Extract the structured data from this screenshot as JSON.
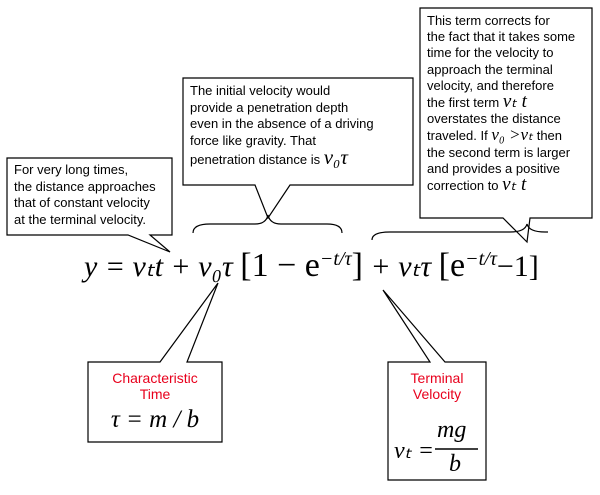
{
  "callout_left": {
    "lines": [
      "For very long times,",
      "the distance approaches",
      "that of constant velocity",
      "at the terminal velocity."
    ]
  },
  "callout_middle": {
    "lines": [
      "The initial velocity would",
      "provide a penetration depth",
      "even in the absence of a driving",
      "force like gravity. That"
    ],
    "last_line_prefix": "penetration distance is",
    "last_line_var": "v₀τ"
  },
  "callout_right": {
    "lines": [
      "This term corrects for",
      "the fact that it takes some",
      "time for the velocity to",
      "approach the terminal",
      "velocity, and therefore"
    ],
    "line6_prefix": "the first term",
    "line6_var": "vₜ t",
    "line7": "overstates the distance",
    "line8_prefix": "traveled. If",
    "line8_var": "v₀ >vₜ",
    "line8_suffix": "then",
    "line9": "the second term is larger",
    "line10": "and provides a positive",
    "line11_prefix": "correction to",
    "line11_var": "vₜ t"
  },
  "main_equation": {
    "part1": "y = vₜt + v₀τ",
    "part2": "[1 − e",
    "part2_exp": "−t/τ",
    "part2_close": "]",
    "part3": "+ vₜτ",
    "part4": "[e",
    "part4_exp": "−t/τ",
    "part4_close": "−1]"
  },
  "char_time_box": {
    "label_line1": "Characteristic",
    "label_line2": "Time",
    "formula": "τ = m / b"
  },
  "terminal_box": {
    "label_line1": "Terminal",
    "label_line2": "Velocity",
    "formula_lhs": "vₜ =",
    "numerator": "mg",
    "denominator": "b"
  },
  "colors": {
    "red_label": "#e8001c",
    "box_border": "#000000",
    "background": "#ffffff"
  }
}
